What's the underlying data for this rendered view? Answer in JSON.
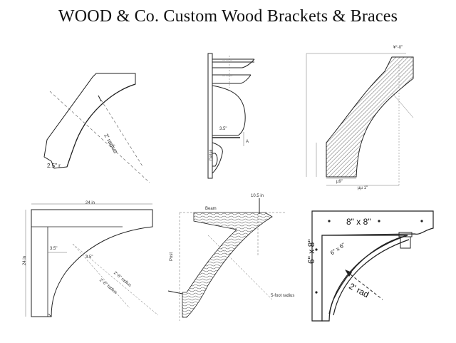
{
  "page": {
    "title": "WOOD & Co. Custom Wood Brackets & Braces"
  },
  "panels": {
    "p1": {
      "radius_label": "2' radius",
      "corner_label": "2.5\" r."
    },
    "p2": {
      "dim_a": "3.5\"",
      "arrow_label": "A",
      "detail_label": "Detail"
    },
    "p3": {
      "top_dim": "¥°-0\"",
      "bottom_dim_1": "µ9\"",
      "bottom_dim_2": "µµ 1\""
    },
    "p4": {
      "top_dim": "24 in",
      "left_dim": "24 in",
      "inner_dim_1": "3.5\"",
      "inner_dim_2": "3.5\"",
      "radius_1": "2'-6\" radius",
      "radius_2": "2'-6\" radius"
    },
    "p5": {
      "beam_label": "Beam",
      "post_label": "Post",
      "top_dim": "10.5 in",
      "radius_label": "5-foot radius"
    },
    "p6": {
      "beam_size": "8\" x 8\"",
      "post_size": "6\" x 8\"",
      "brace_size": "6\" x 6\"",
      "radius": "2' rad"
    }
  }
}
